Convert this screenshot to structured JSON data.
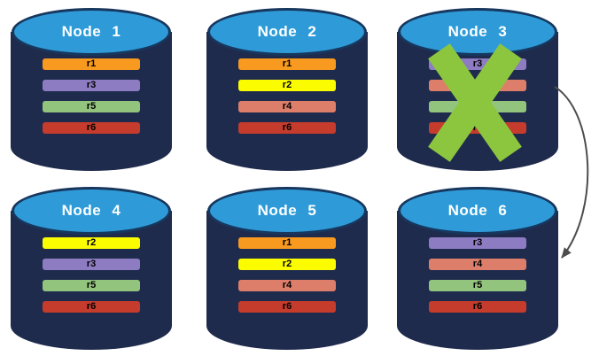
{
  "nodes": [
    {
      "title": "Node 1",
      "bars": [
        "r1",
        "r3",
        "r5",
        "r6"
      ],
      "failed": false
    },
    {
      "title": "Node 2",
      "bars": [
        "r1",
        "r2",
        "r4",
        "r6"
      ],
      "failed": false
    },
    {
      "title": "Node 3",
      "bars": [
        "r3",
        "r4",
        "r5",
        "r6"
      ],
      "failed": true
    },
    {
      "title": "Node 4",
      "bars": [
        "r2",
        "r3",
        "r5",
        "r6"
      ],
      "failed": false
    },
    {
      "title": "Node 5",
      "bars": [
        "r1",
        "r2",
        "r4",
        "r6"
      ],
      "failed": false
    },
    {
      "title": "Node 6",
      "bars": [
        "r3",
        "r4",
        "r5",
        "r6"
      ],
      "failed": false
    }
  ],
  "arrow": {
    "from": "Node 3",
    "to": "Node 6"
  },
  "colors": {
    "r1": "#F89A1F",
    "r2": "#FCFC00",
    "r3": "#8E7CC3",
    "r4": "#DD7E6B",
    "r5": "#93C47D",
    "r6": "#C53B2C",
    "cylinder_body": "#1F2B4D",
    "cylinder_top": "#2E9BD8",
    "cylinder_top_border": "#17375E",
    "title_text": "#FFFFFF",
    "bar_text": "#000000",
    "x_mark": "#8CC63F",
    "arrow": "#4D4D4D"
  }
}
